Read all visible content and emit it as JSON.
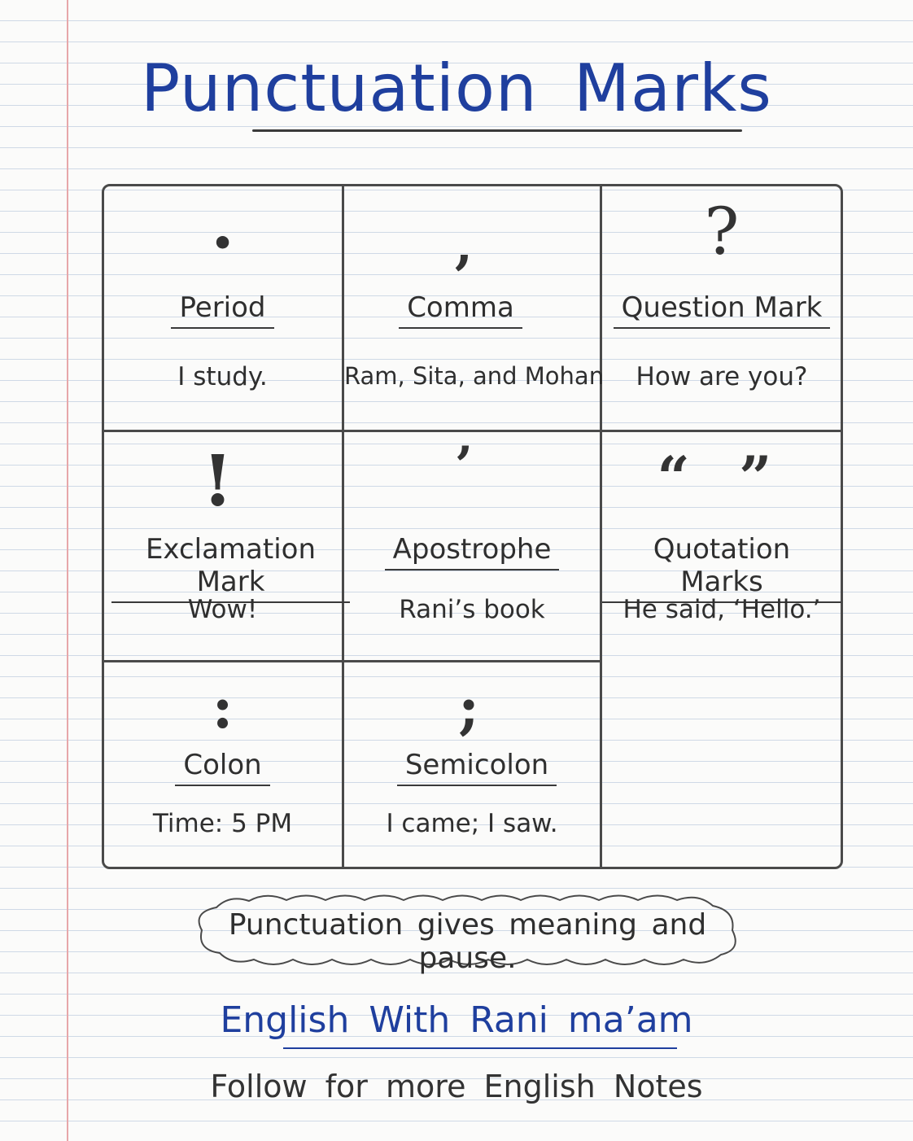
{
  "title": "Punctuation Marks",
  "marks": [
    {
      "symbol": "•",
      "name": "Period",
      "example": "I study."
    },
    {
      "symbol": ",",
      "name": "Comma",
      "example": "Ram, Sita, and Mohan"
    },
    {
      "symbol": "?",
      "name": "Question Mark",
      "example": "How are you?"
    },
    {
      "symbol": "!",
      "name": "Exclamation Mark",
      "example": "Wow!"
    },
    {
      "symbol": "’",
      "name": "Apostrophe",
      "example": "Rani’s book"
    },
    {
      "symbol": "“ ”",
      "name": "Quotation Marks",
      "example": "He said, ‘Hello.’"
    },
    {
      "symbol": ":",
      "name": "Colon",
      "example": "Time: 5 PM"
    },
    {
      "symbol": ";",
      "name": "Semicolon",
      "example": "I came; I saw."
    }
  ],
  "note": "Punctuation gives meaning and pause.",
  "brand": "English With Rani ma’am",
  "follow": "Follow for more English Notes",
  "colors": {
    "title": "#1f3f9e",
    "rule_lines": "#cfd9e6",
    "margin_line": "#e7a7aa",
    "ink": "#2f2f2f"
  }
}
